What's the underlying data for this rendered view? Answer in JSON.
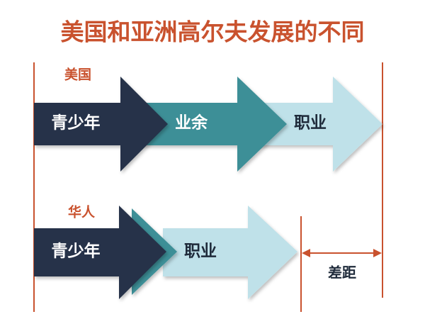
{
  "title": "美国和亚洲高尔夫发展的不同",
  "rows": [
    {
      "label": "美国",
      "stages": [
        "青少年",
        "业余",
        "职业"
      ]
    },
    {
      "label": "华人",
      "stages": [
        "青少年",
        "职业"
      ]
    }
  ],
  "gap": {
    "label": "差距"
  },
  "colors": {
    "accent": "#c9522e",
    "youth": "#263349",
    "amateur": "#3d8f97",
    "pro": "#bfe1e9",
    "dark_text": "#1e2a3a",
    "light_text": "#ffffff"
  }
}
